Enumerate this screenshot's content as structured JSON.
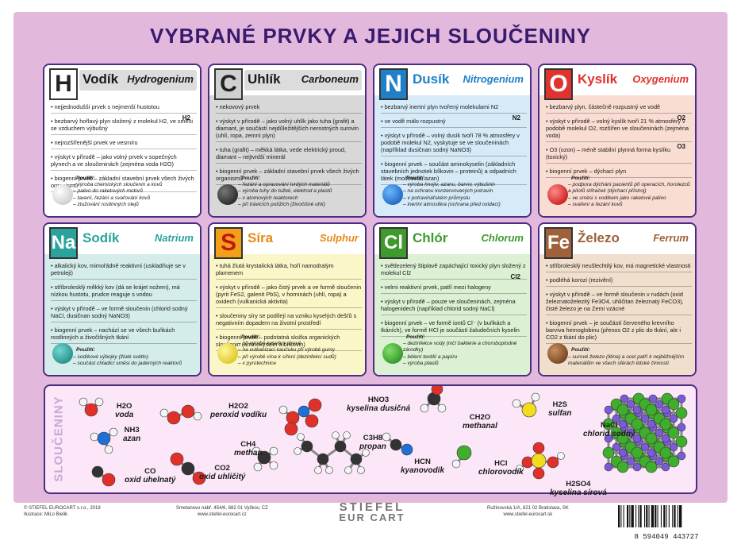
{
  "title": "VYBRANÉ PRVKY A JEJICH SLOUČENINY",
  "elements": [
    {
      "symbol": "H",
      "name": "Vodík",
      "latin": "Hydrogenium",
      "mol_label": "H2",
      "facts": [
        "nejjednodušší prvek s nejmenší hustotou",
        "bezbarvý hořlavý plyn složený z molekul H2, ve směsi se vzduchem výbušný",
        "nejrozšířenější prvek ve vesmíru",
        "výskyt v přírodě – jako volný prvek v sopečných plynech a ve sloučeninách (zejména voda H2O)",
        "biogenní prvek – základní stavební prvek všech živých organismů"
      ],
      "uses_title": "Použití:",
      "uses": [
        "– výroba chemických sloučenin a kovů",
        "– palivo do raketových motorů",
        "– tavení, řezání a svařování kovů",
        "– ztužování rostlinných olejů"
      ]
    },
    {
      "symbol": "C",
      "name": "Uhlík",
      "latin": "Carboneum",
      "mol_label": "",
      "facts": [
        "nekovový prvek",
        "výskyt v přírodě – jako volný uhlík jako tuha (grafit) a diamant, je součástí nejdůležitějších nerostných surovin (uhlí, ropa, zemní plyn)",
        "tuha (grafit) – měkká látka, vede elektrický proud, diamant – nejtvrdší minerál",
        "biogenní prvek – základní stavební prvek všech živých organismů"
      ],
      "uses_title": "Použití:",
      "uses": [
        "– řezání a opracování tvrdých materiálů",
        "– výroba tuhy do tužek, elektrod a plastů",
        "– v atomových reaktorech",
        "– při trávicích potížích (živočišné uhlí)"
      ]
    },
    {
      "symbol": "N",
      "name": "Dusík",
      "latin": "Nitrogenium",
      "mol_label": "N2",
      "facts": [
        "bezbarvý inertní plyn tvořený molekulami N2",
        "ve vodě málo rozpustný",
        "výskyt v přírodě – volný dusík tvoří 78 % atmosféry v podobě molekul N2, vyskytuje se ve sloučeninách (například dusičnan sodný NaNO3)",
        "biogenní prvek – součást aminokyselin (základních stavebních jednotek bílkovin – proteinů) a odpadních látek (močovina, azan)"
      ],
      "uses_title": "Použití:",
      "uses": [
        "– výroba hnojiv, azanu, barviv, výbušnin",
        "– na ochranu konzervovaných potravin",
        "– v potravinářském průmyslu",
        "– inertní atmosféra (ochrana před oxidací)"
      ]
    },
    {
      "symbol": "O",
      "name": "Kyslík",
      "latin": "Oxygenium",
      "mol_label": "O2",
      "mol_label2": "O3",
      "facts": [
        "bezbarvý plyn, částečně rozpustný ve vodě",
        "výskyt v přírodě – volný kyslík tvoří 21 % atmosféry v podobě molekul O2, rozšířen ve sloučeninách (zejména voda)",
        "O3 (ozon) – méně stabilní plynná forma kyslíku (toxický)",
        "biogenní prvek – dýchací plyn"
      ],
      "uses_title": "Použití:",
      "uses": [
        "– podpora dýchání pacientů při operacích, horolezců a pilotů stíhaček (dýchací přístroj)",
        "– ve směsi s vodíkem jako raketové palivo",
        "– svaření a řezání kovů"
      ]
    },
    {
      "symbol": "Na",
      "name": "Sodík",
      "latin": "Natrium",
      "mol_label": "",
      "facts": [
        "alkalický kov, mimořádně reaktivní (uskladňuje se v petroleji)",
        "stříbrolesklý měkký kov (dá se krájet nožem), má nízkou hustotu, prudce reaguje s vodou",
        "výskyt v přírodě – ve formě sloučenin (chlorid sodný NaCl, dusičnan sodný NaNO3)",
        "biogenní prvek – nachází se ve všech buňkách rostlinných a živočišných tkání"
      ],
      "uses_title": "Použití:",
      "uses": [
        "– sodíkové výbojky (žluté světlo)",
        "– součást chladicí směsi do jaderných reaktorů"
      ]
    },
    {
      "symbol": "S",
      "name": "Síra",
      "latin": "Sulphur",
      "mol_label": "",
      "facts": [
        "tuhá žlutá krystalická látka, hoří namodralým plamenem",
        "výskyt v přírodě – jako čistý prvek a ve formě sloučenin (pyrit FeS2, galenit PbS), v horninách (uhlí, ropa) a oxidech (vulkanická aktivita)",
        "sloučeniny síry se podílejí na vzniku kyselých dešťů s negativním dopadem na životní prostředí",
        "biogenní prvek – podstatná složka organických sloučenin (aminokyselin a bílkovin)"
      ],
      "uses_title": "Použití:",
      "uses": [
        "– při výrobě kyseliny sírové",
        "– na vulkanizaci kaučuku při výrobě gumy",
        "– při výrobě vína k síření (dezinfekci sudů)",
        "– v pyrotechnice"
      ]
    },
    {
      "symbol": "Cl",
      "name": "Chlór",
      "latin": "Chlorum",
      "mol_label": "Cl2",
      "facts": [
        "světlezelený štiplavě zapáchající toxický plyn složený z molekul Cl2",
        "velmi reaktivní prvek, patří mezi halogeny",
        "výskyt v přírodě – pouze ve sloučeninách, zejména halogenidech (například chlorid sodný NaCl)",
        "biogenní prvek – ve formě iontů Cl⁻ (v buňkách a tkáních), ve formě HCl je součástí žaludečních kyselin"
      ],
      "uses_title": "Použití:",
      "uses": [
        "– dezinfekce vody (ničí bakterie a choroboplodné zárodky)",
        "– bělení textilií a papíru",
        "– výroba plastů"
      ]
    },
    {
      "symbol": "Fe",
      "name": "Železo",
      "latin": "Ferrum",
      "mol_label": "",
      "facts": [
        "stříbrolesklý neušlechtilý kov, má magnetické vlastnosti",
        "podléhá korozi (rezivění)",
        "výskyt v přírodě – ve formě sloučenin v rudách (oxid železnatoželezitý Fe3O4, uhličitan železnatý FeCO3), čisté železo je na Zemi vzácné",
        "biogenní prvek – je součástí červeného krevního barviva hemoglobinu (přenos O2 z plic do tkání, ale i CO2 z tkání do plic)"
      ],
      "uses_title": "Použití:",
      "uses": [
        "– surové železo (litina) a ocel patří k nejběžnějším materiálům ve všech sférách lidské činnosti"
      ]
    }
  ],
  "compounds_label": "SLOUČENINY",
  "compounds": [
    {
      "formula": "H2O",
      "name": "voda"
    },
    {
      "formula": "H2O2",
      "name": "peroxid vodíku"
    },
    {
      "formula": "HNO3",
      "name": "kyselina dusičná"
    },
    {
      "formula": "CH2O",
      "name": "methanal"
    },
    {
      "formula": "H2S",
      "name": "sulfan"
    },
    {
      "formula": "NH3",
      "name": "azan"
    },
    {
      "formula": "CH4",
      "name": "methan"
    },
    {
      "formula": "C3H8",
      "name": "propan"
    },
    {
      "formula": "NaCl",
      "name": "chlorid sodný"
    },
    {
      "formula": "CO",
      "name": "oxid uhelnatý"
    },
    {
      "formula": "CO2",
      "name": "oxid uhličitý"
    },
    {
      "formula": "HCN",
      "name": "kyanovodík"
    },
    {
      "formula": "HCl",
      "name": "chlorovodík"
    },
    {
      "formula": "H2SO4",
      "name": "kyselina sírová"
    }
  ],
  "footer": {
    "left1": "© STIEFEL EUROCART s.r.o., 2018",
    "left2": "Ilustrace: MiLo Bielik",
    "mid1": "Smetanovo nábř. 454/6, 682 01 Vyškov, CZ",
    "mid2": "www.stiefel-eurocart.cz",
    "logo1": "STIEFEL",
    "logo2": "EUR   CART",
    "right1": "Ružinovská 1/A, 821 02 Bratislava, SK",
    "right2": "www.stiefel-eurocart.sk",
    "barcode": "8 594049 443727"
  },
  "colors": {
    "H": "#ffffff",
    "C": "#d4d4d4",
    "N": "#cfe6f5",
    "O": "#f8d9cf",
    "Na": "#cfe8e8",
    "S": "#fbf6c4",
    "Cl": "#d9f0cf",
    "Fe": "#f1ddc9"
  }
}
